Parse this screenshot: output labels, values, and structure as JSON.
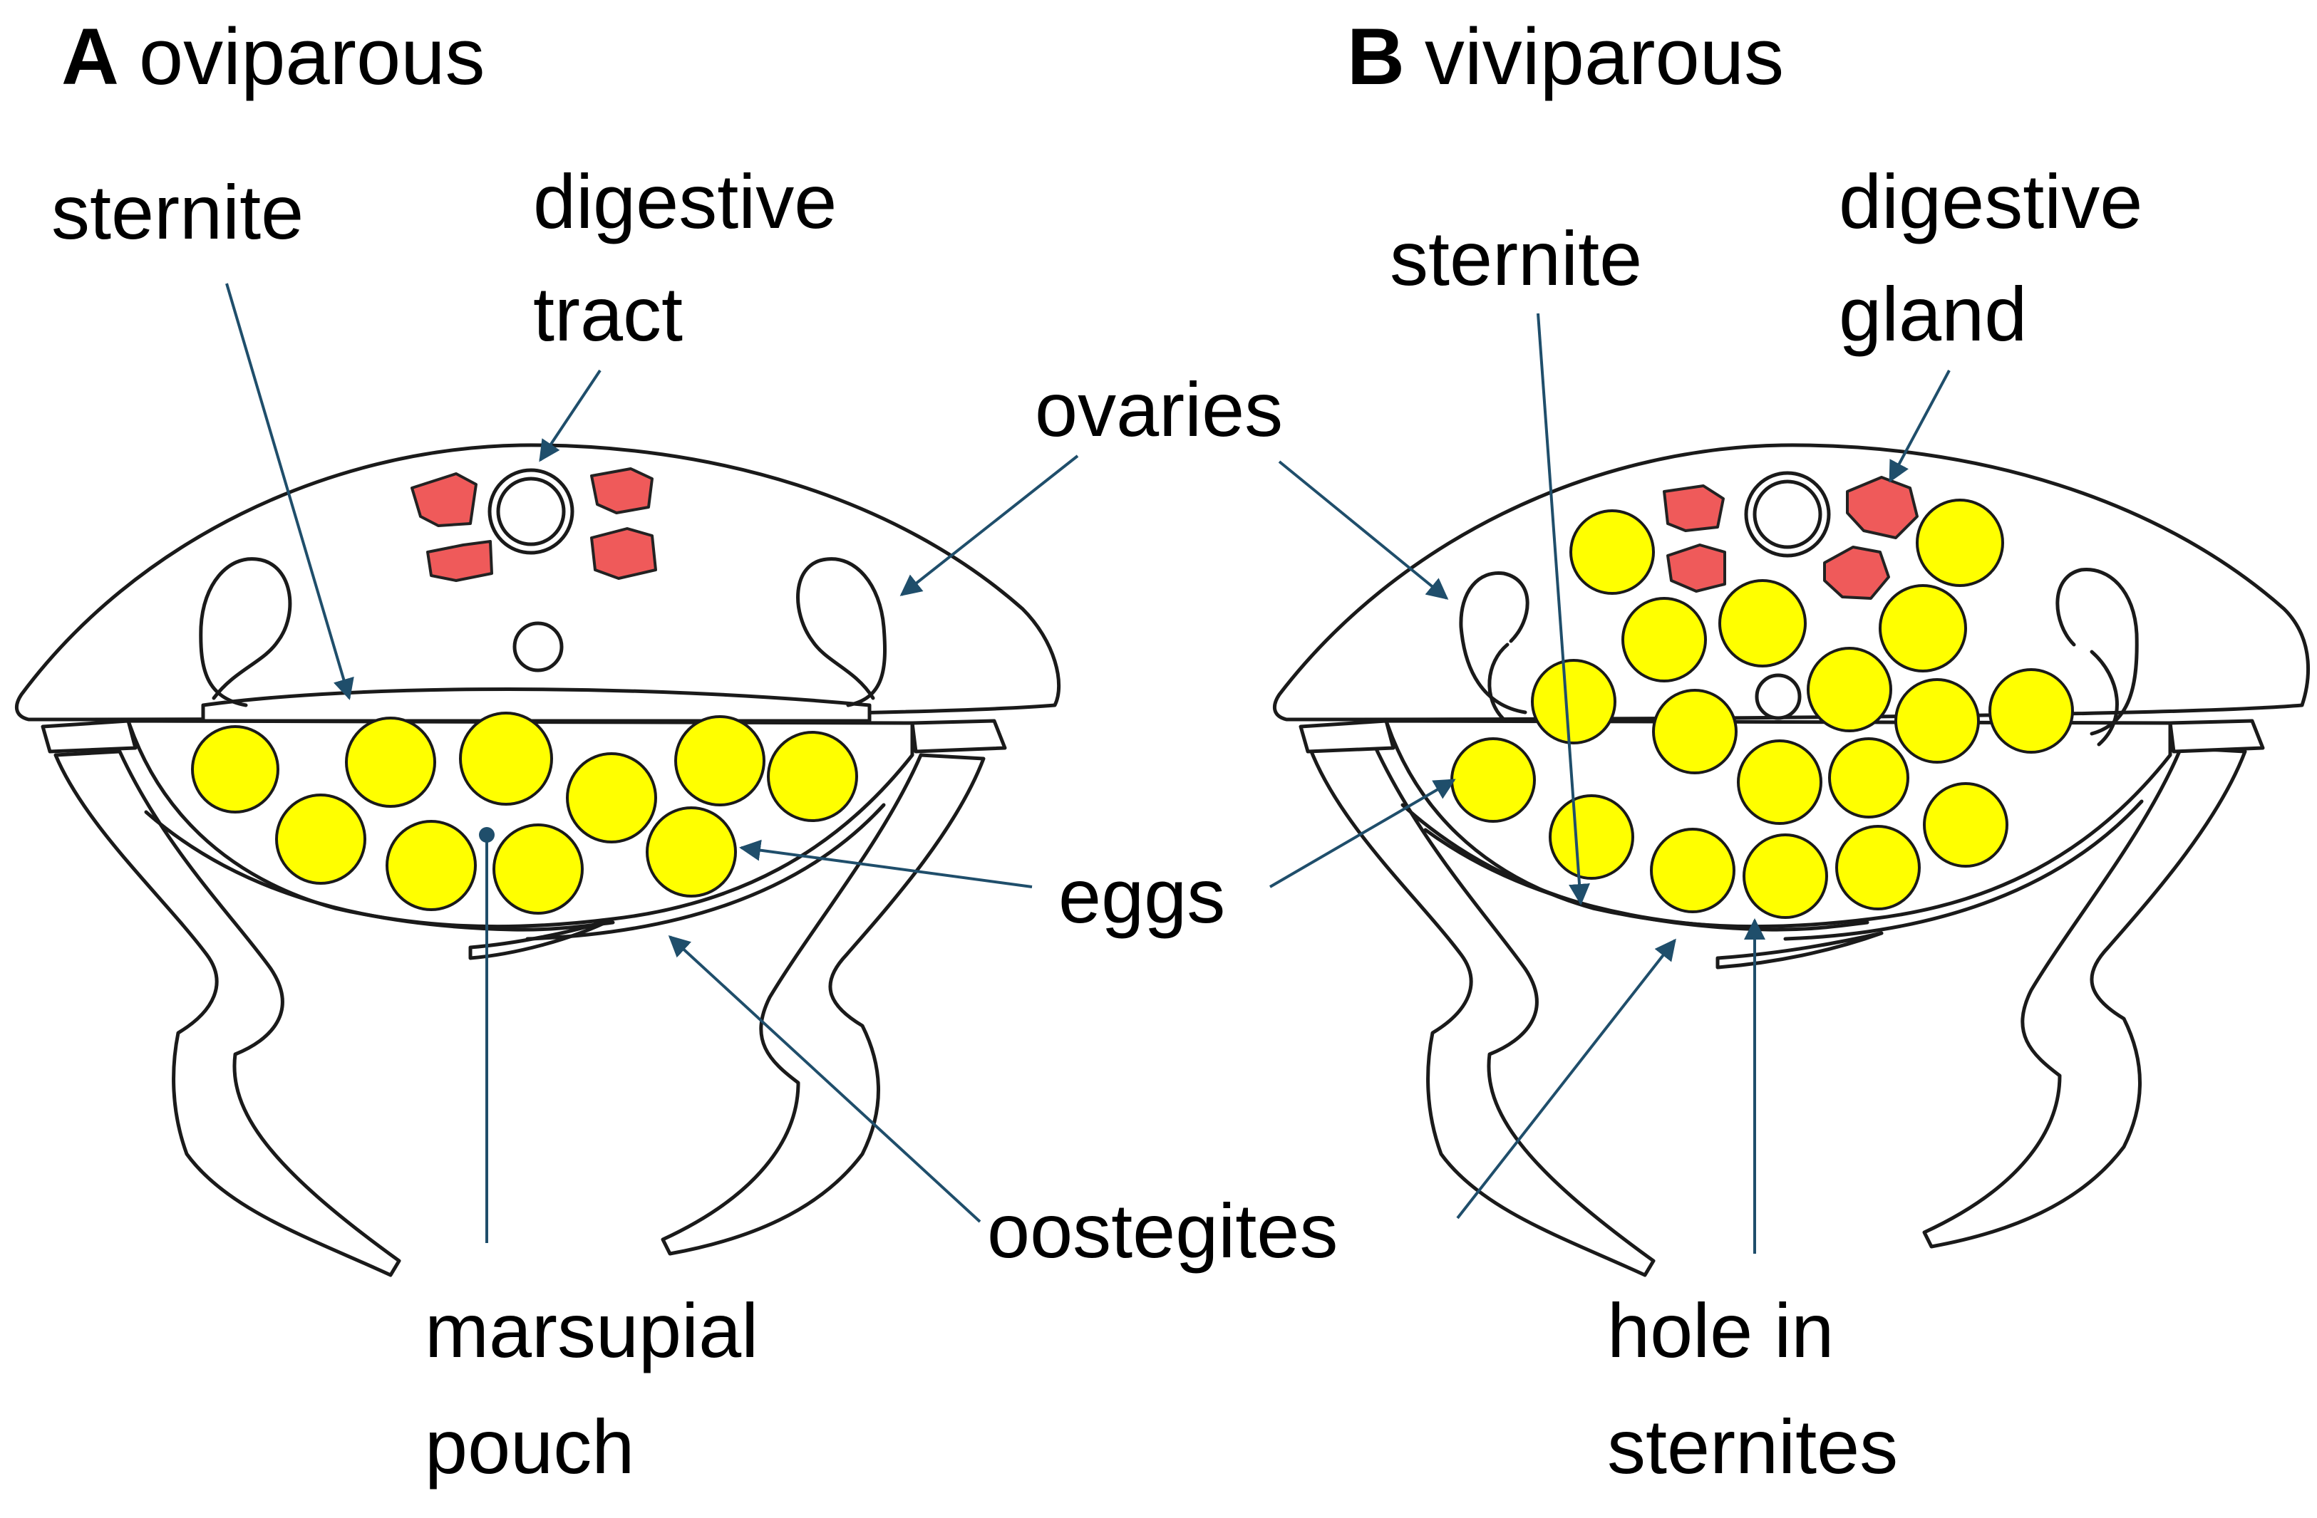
{
  "panel_a": {
    "letter": "A",
    "title": "oviparous",
    "labels": {
      "sternite": "sternite",
      "digestive_line1": "digestive",
      "digestive_line2": "tract",
      "marsupial_line1": "marsupial",
      "marsupial_line2": "pouch"
    }
  },
  "panel_b": {
    "letter": "B",
    "title": "viviparous",
    "labels": {
      "sternite": "sternite",
      "digestive_line1": "digestive",
      "digestive_line2": "gland",
      "hole_line1": "hole in",
      "hole_line2": "sternites"
    }
  },
  "shared_labels": {
    "ovaries": "ovaries",
    "eggs": "eggs",
    "oostegites": "oostegites"
  },
  "colors": {
    "egg": "#FFFF00",
    "gland": "#EF5A5A",
    "outline": "#1a1a1a",
    "leader": "#1f4e6b"
  }
}
